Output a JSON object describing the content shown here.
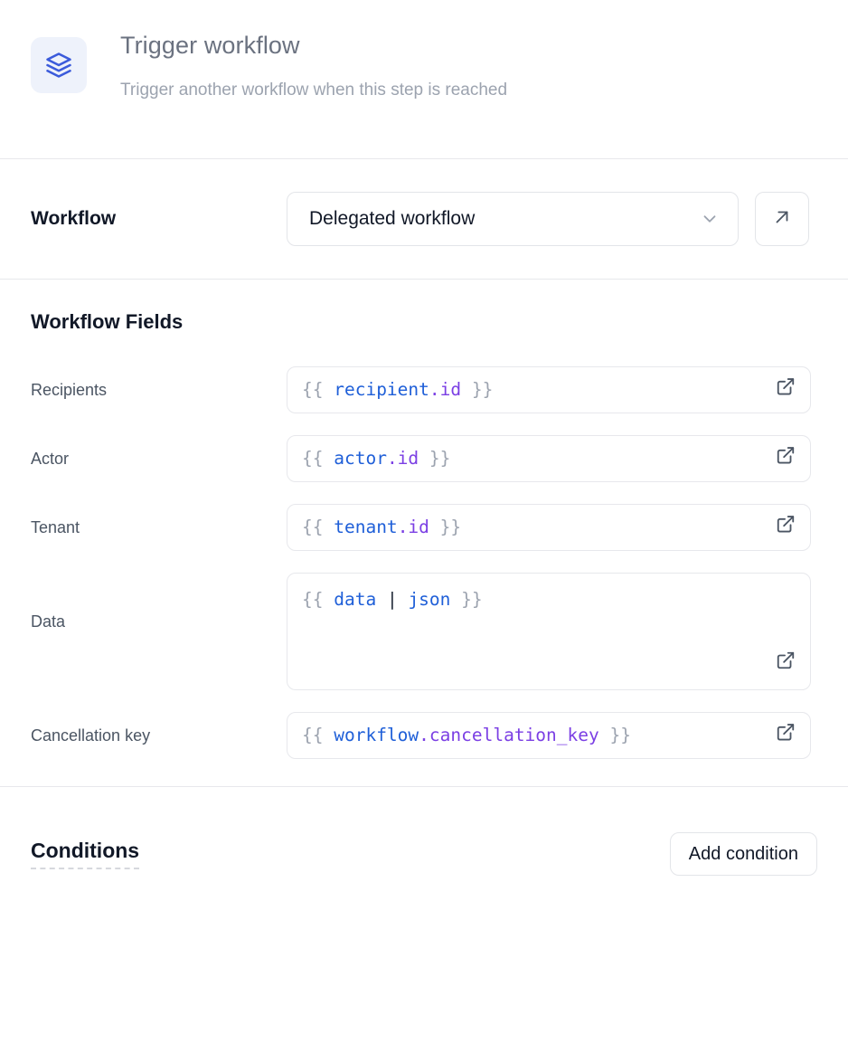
{
  "header": {
    "icon": "layers-icon",
    "title": "Trigger workflow",
    "subtitle": "Trigger another workflow when this step is reached"
  },
  "workflow": {
    "label": "Workflow",
    "selected": "Delegated workflow",
    "dropdown_icon": "chevron-down-icon",
    "open_icon": "arrow-up-right-icon"
  },
  "fields_section": {
    "title": "Workflow Fields",
    "expand_icon": "external-link-icon",
    "fields": [
      {
        "label": "Recipients",
        "value": "{{ recipient.id }}",
        "tokens": [
          {
            "text": "{{ ",
            "kind": "brace"
          },
          {
            "text": "recipient",
            "kind": "blue"
          },
          {
            "text": ".id",
            "kind": "purple"
          },
          {
            "text": " }}",
            "kind": "brace"
          }
        ]
      },
      {
        "label": "Actor",
        "value": "{{ actor.id }}",
        "tokens": [
          {
            "text": "{{ ",
            "kind": "brace"
          },
          {
            "text": "actor",
            "kind": "blue"
          },
          {
            "text": ".id",
            "kind": "purple"
          },
          {
            "text": " }}",
            "kind": "brace"
          }
        ]
      },
      {
        "label": "Tenant",
        "value": "{{ tenant.id }}",
        "tokens": [
          {
            "text": "{{ ",
            "kind": "brace"
          },
          {
            "text": "tenant",
            "kind": "blue"
          },
          {
            "text": ".id",
            "kind": "purple"
          },
          {
            "text": " }}",
            "kind": "brace"
          }
        ]
      },
      {
        "label": "Data",
        "value": "{{ data | json }}",
        "tokens": [
          {
            "text": "{{ ",
            "kind": "brace"
          },
          {
            "text": "data",
            "kind": "blue"
          },
          {
            "text": " | ",
            "kind": "pipe"
          },
          {
            "text": "json",
            "kind": "blue"
          },
          {
            "text": " }}",
            "kind": "brace"
          }
        ]
      },
      {
        "label": "Cancellation key",
        "value": "{{ workflow.cancellation_key }}",
        "tokens": [
          {
            "text": "{{ ",
            "kind": "brace"
          },
          {
            "text": "workflow",
            "kind": "blue"
          },
          {
            "text": ".cancellation_key",
            "kind": "purple"
          },
          {
            "text": " }}",
            "kind": "brace"
          }
        ]
      }
    ]
  },
  "conditions": {
    "title": "Conditions",
    "add_label": "Add condition"
  },
  "colors": {
    "accent": "#1f5fd8",
    "accent_soft_bg": "#eef2fb",
    "token_blue": "#1f5fd8",
    "token_purple": "#7b3fe4",
    "token_brace": "#9ca3af",
    "border": "#e7e8ec",
    "title_text": "#6b7280",
    "subtitle_text": "#9ca3af",
    "label_text": "#4b5563"
  }
}
